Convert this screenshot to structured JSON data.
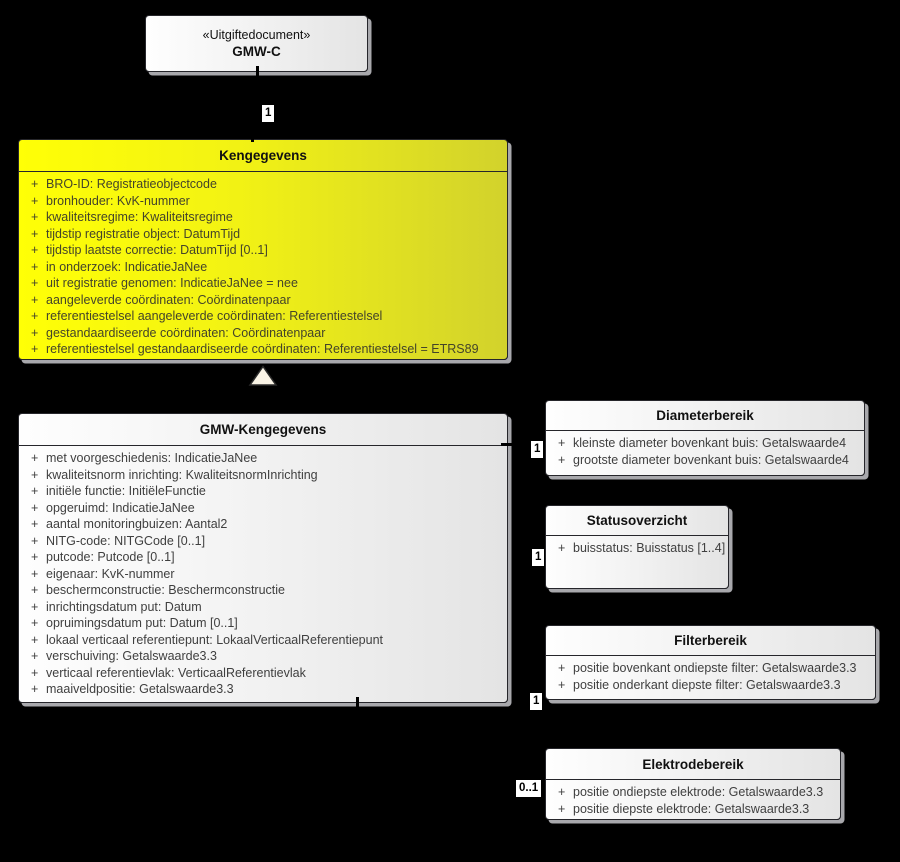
{
  "classes": {
    "gmwc": {
      "stereotype": "«Uitgiftedocument»",
      "name": "GMW-C"
    },
    "kengegevens": {
      "name": "Kengegevens",
      "attributes": [
        {
          "vis": "+",
          "text": "BRO-ID: Registratieobjectcode"
        },
        {
          "vis": "+",
          "text": "bronhouder: KvK-nummer"
        },
        {
          "vis": "+",
          "text": "kwaliteitsregime: Kwaliteitsregime"
        },
        {
          "vis": "+",
          "text": "tijdstip registratie object: DatumTijd"
        },
        {
          "vis": "+",
          "text": "tijdstip laatste correctie: DatumTijd [0..1]"
        },
        {
          "vis": "+",
          "text": "in onderzoek: IndicatieJaNee"
        },
        {
          "vis": "+",
          "text": "uit registratie genomen: IndicatieJaNee = nee"
        },
        {
          "vis": "+",
          "text": "aangeleverde coördinaten: Coördinatenpaar"
        },
        {
          "vis": "+",
          "text": "referentiestelsel aangeleverde coördinaten: Referentiestelsel"
        },
        {
          "vis": "+",
          "text": "gestandaardiseerde coördinaten: Coördinatenpaar"
        },
        {
          "vis": "+",
          "text": "referentiestelsel gestandaardiseerde coördinaten: Referentiestelsel = ETRS89"
        }
      ]
    },
    "gmw_kengegevens": {
      "name": "GMW-Kengegevens",
      "attributes": [
        {
          "vis": "+",
          "text": "met voorgeschiedenis: IndicatieJaNee"
        },
        {
          "vis": "+",
          "text": "kwaliteitsnorm inrichting: KwaliteitsnormInrichting"
        },
        {
          "vis": "+",
          "text": "initiële functie: InitiëleFunctie"
        },
        {
          "vis": "+",
          "text": "opgeruimd: IndicatieJaNee"
        },
        {
          "vis": "+",
          "text": "aantal monitoringbuizen: Aantal2"
        },
        {
          "vis": "+",
          "text": "NITG-code: NITGCode [0..1]"
        },
        {
          "vis": "+",
          "text": "putcode: Putcode [0..1]"
        },
        {
          "vis": "+",
          "text": "eigenaar: KvK-nummer"
        },
        {
          "vis": "+",
          "text": "beschermconstructie: Beschermconstructie"
        },
        {
          "vis": "+",
          "text": "inrichtingsdatum put: Datum"
        },
        {
          "vis": "+",
          "text": "opruimingsdatum put: Datum [0..1]"
        },
        {
          "vis": "+",
          "text": "lokaal verticaal referentiepunt: LokaalVerticaalReferentiepunt"
        },
        {
          "vis": "+",
          "text": "verschuiving: Getalswaarde3.3"
        },
        {
          "vis": "+",
          "text": "verticaal referentievlak: VerticaalReferentievlak"
        },
        {
          "vis": "+",
          "text": "maaiveldpositie: Getalswaarde3.3"
        }
      ]
    },
    "diameterbereik": {
      "name": "Diameterbereik",
      "attributes": [
        {
          "vis": "+",
          "text": "kleinste diameter bovenkant buis: Getalswaarde4"
        },
        {
          "vis": "+",
          "text": "grootste diameter bovenkant buis: Getalswaarde4"
        }
      ]
    },
    "statusoverzicht": {
      "name": "Statusoverzicht",
      "attributes": [
        {
          "vis": "+",
          "text": "buisstatus: Buisstatus [1..4]"
        }
      ]
    },
    "filterbereik": {
      "name": "Filterbereik",
      "attributes": [
        {
          "vis": "+",
          "text": "positie bovenkant ondiepste filter: Getalswaarde3.3"
        },
        {
          "vis": "+",
          "text": "positie onderkant diepste filter: Getalswaarde3.3"
        }
      ]
    },
    "elektrodebereik": {
      "name": "Elektrodebereik",
      "attributes": [
        {
          "vis": "+",
          "text": "positie ondiepste elektrode: Getalswaarde3.3"
        },
        {
          "vis": "+",
          "text": "positie diepste elektrode: Getalswaarde3.3"
        }
      ]
    }
  },
  "multiplicities": {
    "gmwc_to_kengegevens": "1",
    "diameterbereik": "1",
    "statusoverzicht": "1",
    "filterbereik": "1",
    "elektrodebereik": "0..1"
  },
  "colors": {
    "background": "#000000",
    "highlight_fill_left": "#ffff06",
    "highlight_fill_right": "#d2d22c",
    "box_fill_left": "#fefefe",
    "box_fill_right": "#e4e4e4",
    "border": "#26262b",
    "shadow": "#a8a8ac"
  }
}
